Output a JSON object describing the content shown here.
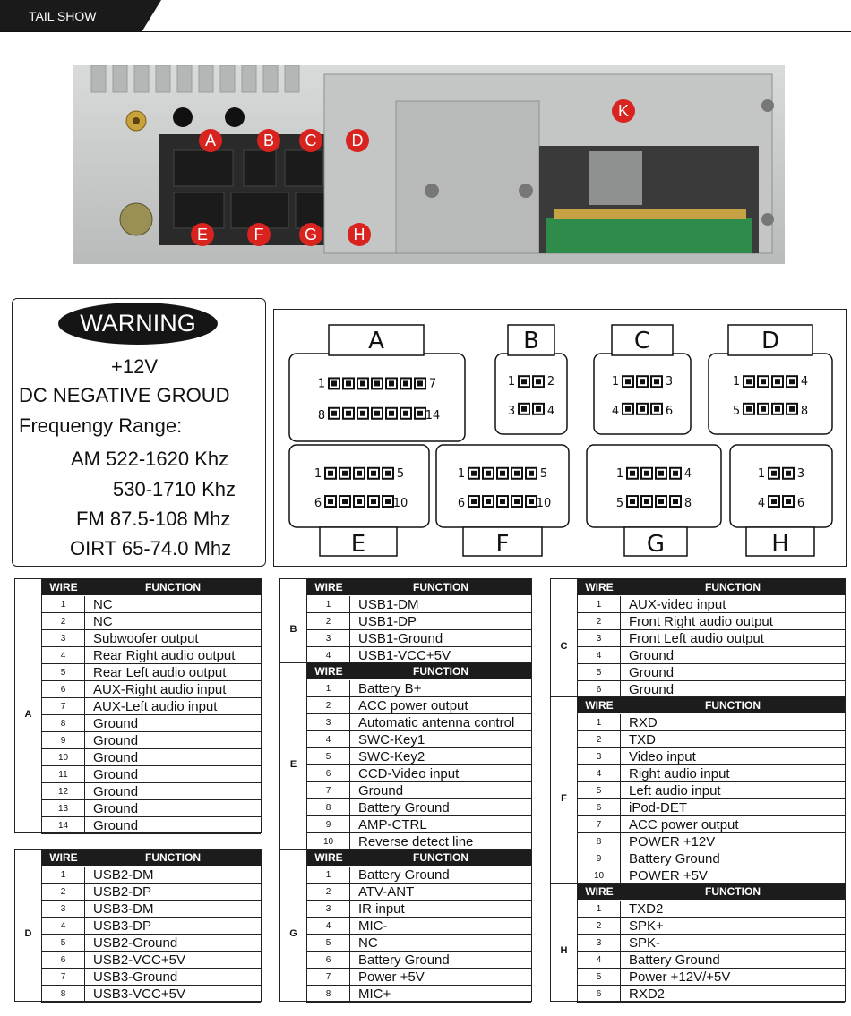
{
  "header": {
    "title": "TAIL SHOW"
  },
  "photo_labels": [
    "A",
    "B",
    "C",
    "D",
    "E",
    "F",
    "G",
    "H",
    "K"
  ],
  "warning": {
    "badge": "WARNING",
    "lines": [
      "+12V",
      "DC NEGATIVE GROUD",
      "Frequengy Range:",
      "AM 522-1620 Khz",
      "530-1710 Khz",
      "FM 87.5-108 Mhz",
      "OIRT 65-74.0 Mhz"
    ]
  },
  "connectors": [
    {
      "label": "A",
      "pins": [
        "1",
        "7",
        "8",
        "14"
      ]
    },
    {
      "label": "B",
      "pins": [
        "1",
        "2",
        "3",
        "4"
      ]
    },
    {
      "label": "C",
      "pins": [
        "1",
        "3",
        "4",
        "6"
      ]
    },
    {
      "label": "D",
      "pins": [
        "1",
        "4",
        "5",
        "8"
      ]
    },
    {
      "label": "E",
      "pins": [
        "1",
        "5",
        "6",
        "10"
      ]
    },
    {
      "label": "F",
      "pins": [
        "1",
        "5",
        "6",
        "10"
      ]
    },
    {
      "label": "G",
      "pins": [
        "1",
        "4",
        "5",
        "8"
      ]
    },
    {
      "label": "H",
      "pins": [
        "1",
        "3",
        "4",
        "6"
      ]
    }
  ],
  "table_header": {
    "wire": "WIRE",
    "function": "FUNCTION"
  },
  "tables": {
    "A": [
      "NC",
      "NC",
      "Subwoofer output",
      "Rear Right audio output",
      "Rear Left audio output",
      "AUX-Right audio input",
      "AUX-Left audio input",
      "Ground",
      "Ground",
      "Ground",
      "Ground",
      "Ground",
      "Ground",
      "Ground"
    ],
    "D": [
      "USB2-DM",
      "USB2-DP",
      "USB3-DM",
      "USB3-DP",
      "USB2-Ground",
      "USB2-VCC+5V",
      "USB3-Ground",
      "USB3-VCC+5V"
    ],
    "B": [
      "USB1-DM",
      "USB1-DP",
      "USB1-Ground",
      "USB1-VCC+5V"
    ],
    "E": [
      "Battery  B+",
      "ACC power output",
      "Automatic antenna control",
      "SWC-Key1",
      "SWC-Key2",
      "CCD-Video input",
      "Ground",
      "Battery  Ground",
      "AMP-CTRL",
      "Reverse detect line"
    ],
    "G": [
      "Battery  Ground",
      "ATV-ANT",
      "IR input",
      "MIC-",
      "NC",
      "Battery  Ground",
      "Power  +5V",
      "MIC+"
    ],
    "C": [
      "AUX-video input",
      "Front Right audio output",
      "Front Left audio output",
      "Ground",
      "Ground",
      "Ground"
    ],
    "F": [
      "RXD",
      "TXD",
      "Video input",
      "Right audio input",
      "Left audio input",
      "iPod-DET",
      "ACC power output",
      "POWER   +12V",
      "Battery  Ground",
      "POWER   +5V"
    ],
    "H": [
      "TXD2",
      "SPK+",
      "SPK-",
      "Battery  Ground",
      "Power   +12V/+5V",
      "RXD2"
    ]
  }
}
